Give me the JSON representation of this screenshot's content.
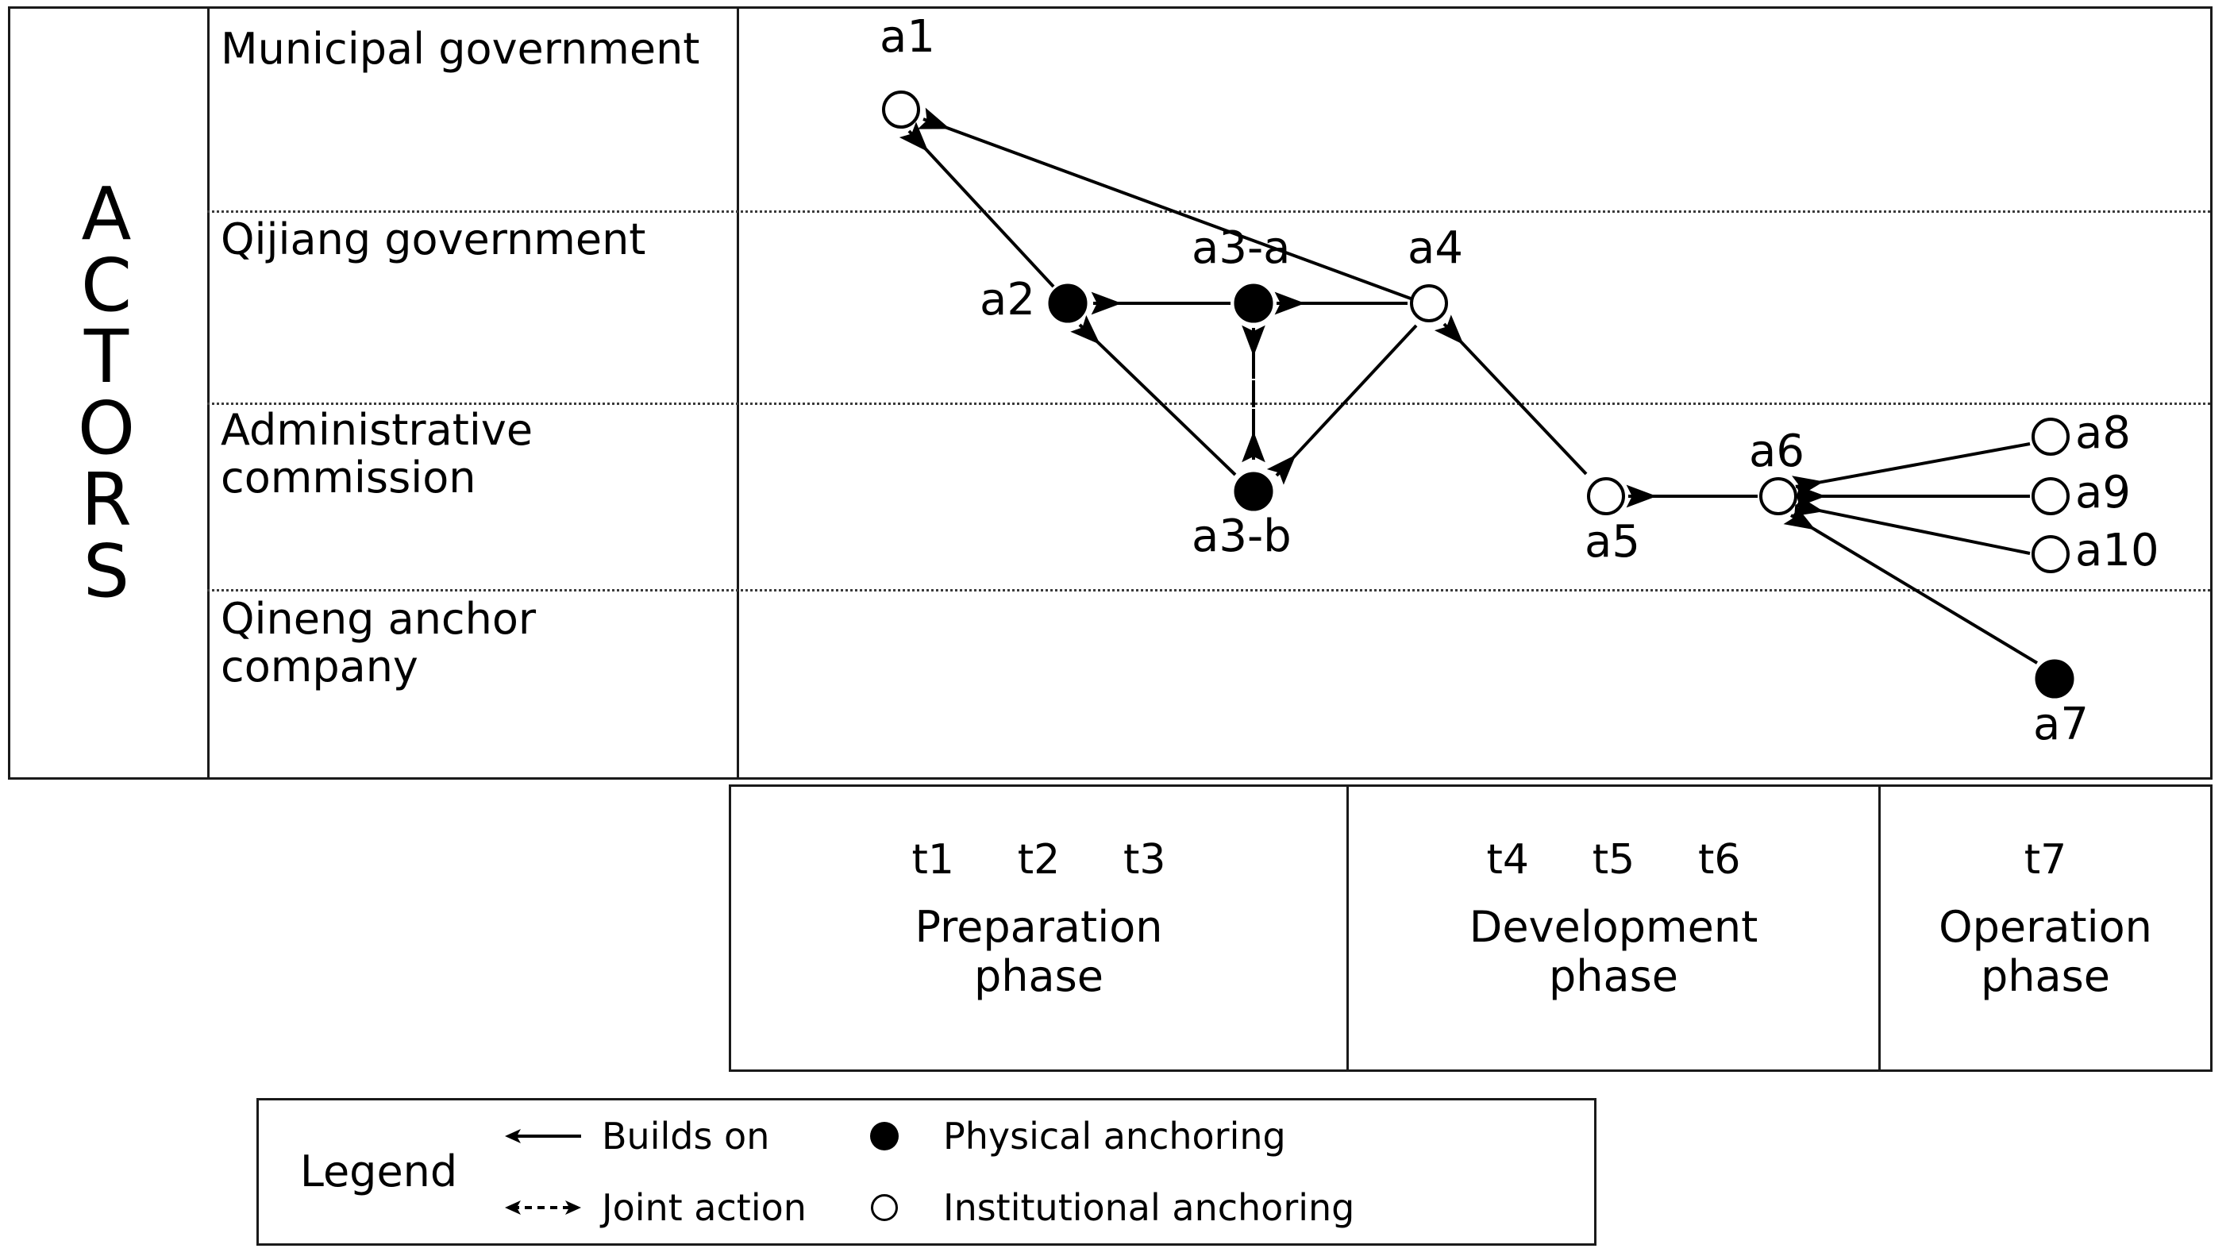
{
  "axis_title": "ACTORS",
  "axis_letters": [
    "A",
    "C",
    "T",
    "O",
    "R",
    "S"
  ],
  "actor_rows": [
    {
      "label": "Municipal government"
    },
    {
      "label": "Qijiang government"
    },
    {
      "label": "Administrative commission"
    },
    {
      "label": "Qineng anchor company"
    }
  ],
  "chart_data": {
    "type": "scatter",
    "title": "",
    "xlabel": "",
    "ylabel": "ACTORS",
    "y_categories": [
      "Municipal government",
      "Qijiang government",
      "Administrative commission",
      "Qineng anchor company"
    ],
    "x_categories": [
      "t1",
      "t2",
      "t3",
      "t4",
      "t5",
      "t6",
      "t7"
    ],
    "nodes": [
      {
        "id": "a1",
        "label": "a1",
        "actor": "Municipal government",
        "time": "t1",
        "kind": "institutional"
      },
      {
        "id": "a2",
        "label": "a2",
        "actor": "Qijiang government",
        "time": "t2",
        "kind": "physical"
      },
      {
        "id": "a3-a",
        "label": "a3-a",
        "actor": "Qijiang government",
        "time": "t3",
        "kind": "physical"
      },
      {
        "id": "a3-b",
        "label": "a3-b",
        "actor": "Administrative commission",
        "time": "t3",
        "kind": "physical"
      },
      {
        "id": "a4",
        "label": "a4",
        "actor": "Qijiang government",
        "time": "t4",
        "kind": "institutional"
      },
      {
        "id": "a5",
        "label": "a5",
        "actor": "Administrative commission",
        "time": "t5",
        "kind": "institutional"
      },
      {
        "id": "a6",
        "label": "a6",
        "actor": "Administrative commission",
        "time": "t6",
        "kind": "institutional"
      },
      {
        "id": "a7",
        "label": "a7",
        "actor": "Qineng anchor company",
        "time": "t7",
        "kind": "physical"
      },
      {
        "id": "a8",
        "label": "a8",
        "actor": "Administrative commission",
        "time": "t7",
        "kind": "institutional"
      },
      {
        "id": "a9",
        "label": "a9",
        "actor": "Administrative commission",
        "time": "t7",
        "kind": "institutional"
      },
      {
        "id": "a10",
        "label": "a10",
        "actor": "Administrative commission",
        "time": "t7",
        "kind": "institutional"
      }
    ],
    "edges": [
      {
        "from": "a4",
        "to": "a1",
        "relation": "Builds on"
      },
      {
        "from": "a2",
        "to": "a1",
        "relation": "Builds on"
      },
      {
        "from": "a3-a",
        "to": "a2",
        "relation": "Builds on"
      },
      {
        "from": "a4",
        "to": "a3-a",
        "relation": "Builds on"
      },
      {
        "from": "a3-b",
        "to": "a2",
        "relation": "Builds on"
      },
      {
        "from": "a4",
        "to": "a3-b",
        "relation": "Builds on"
      },
      {
        "from": "a3-a",
        "to": "a3-b",
        "relation": "Joint action",
        "bidirectional": true
      },
      {
        "from": "a5",
        "to": "a4",
        "relation": "Builds on"
      },
      {
        "from": "a6",
        "to": "a5",
        "relation": "Builds on"
      },
      {
        "from": "a8",
        "to": "a6",
        "relation": "Builds on"
      },
      {
        "from": "a9",
        "to": "a6",
        "relation": "Builds on"
      },
      {
        "from": "a10",
        "to": "a6",
        "relation": "Builds on"
      },
      {
        "from": "a7",
        "to": "a6",
        "relation": "Builds on"
      }
    ]
  },
  "timeline": {
    "phases": [
      {
        "ticks": [
          "t1",
          "t2",
          "t3"
        ],
        "name_line1": "Preparation",
        "name_line2": "phase"
      },
      {
        "ticks": [
          "t4",
          "t5",
          "t6"
        ],
        "name_line1": "Development",
        "name_line2": "phase"
      },
      {
        "ticks": [
          "t7"
        ],
        "name_line1": "Operation",
        "name_line2": "phase"
      }
    ]
  },
  "legend": {
    "title": "Legend",
    "items": [
      {
        "symbol": "solid-arrow-icon",
        "label": "Builds on"
      },
      {
        "symbol": "filled-circle-icon",
        "label": "Physical anchoring"
      },
      {
        "symbol": "dashed-arrow-icon",
        "label": "Joint action"
      },
      {
        "symbol": "open-circle-icon",
        "label": "Institutional anchoring"
      }
    ]
  },
  "colors": {
    "ink": "#000000",
    "frame": "#1a1a1a",
    "divider": "#3a3a3a",
    "background": "#ffffff"
  }
}
